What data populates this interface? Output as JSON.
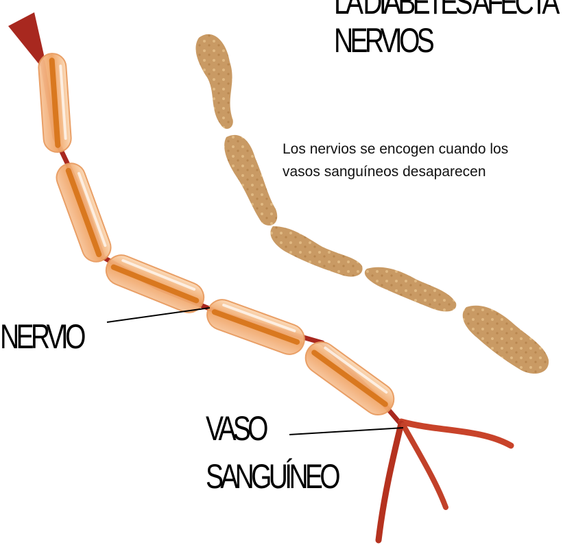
{
  "title": {
    "line1": "LA DIABETES AFECTA",
    "line2": "NERVIOS"
  },
  "caption": {
    "line1": "Los nervios se encogen cuando los",
    "line2": "vasos sanguíneos desaparecen"
  },
  "labels": {
    "nerve": "NERVIO",
    "vessel_line1": "VASO",
    "vessel_line2": "SANGUÍNEO"
  },
  "colors": {
    "vessel": "#a8281f",
    "vessel_light": "#d25a2c",
    "nerve_segment": "#f2a064",
    "nerve_core": "#d9781f",
    "shrunken_nerve": "#c99a64"
  }
}
